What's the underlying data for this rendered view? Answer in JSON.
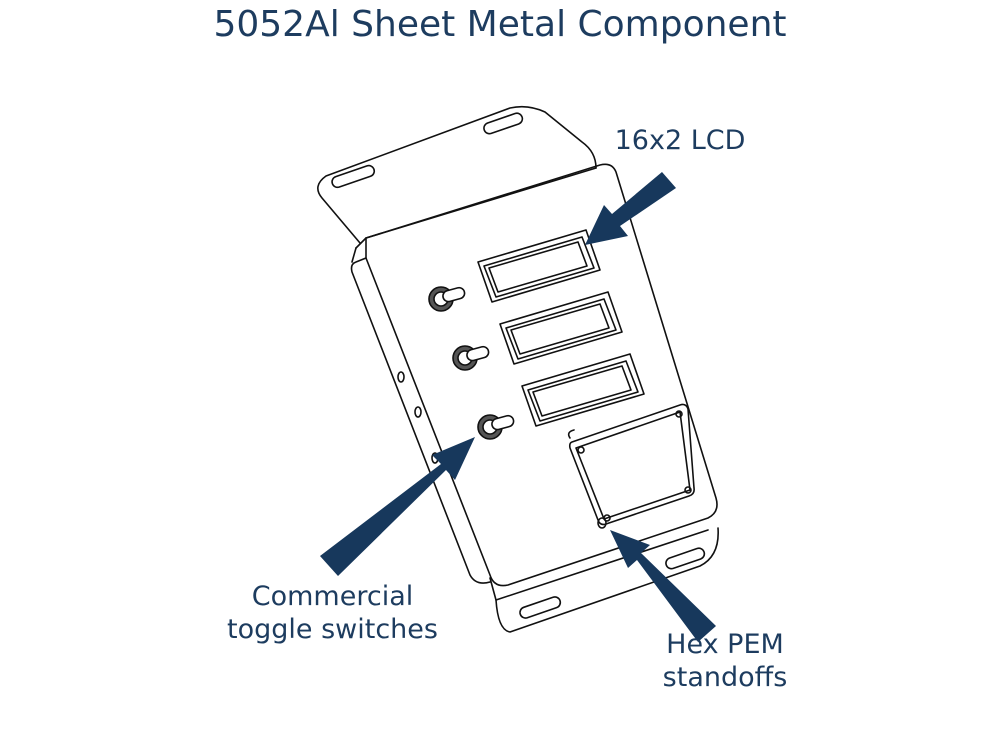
{
  "title": "5052Al Sheet Metal Component",
  "callouts": {
    "lcd": "16x2 LCD",
    "toggle_line1": "Commercial",
    "toggle_line2": "toggle switches",
    "pem_line1": "Hex PEM",
    "pem_line2": "standoffs"
  },
  "colors": {
    "title": "#1d3c5f",
    "arrow": "#17385c",
    "line": "#111111"
  }
}
